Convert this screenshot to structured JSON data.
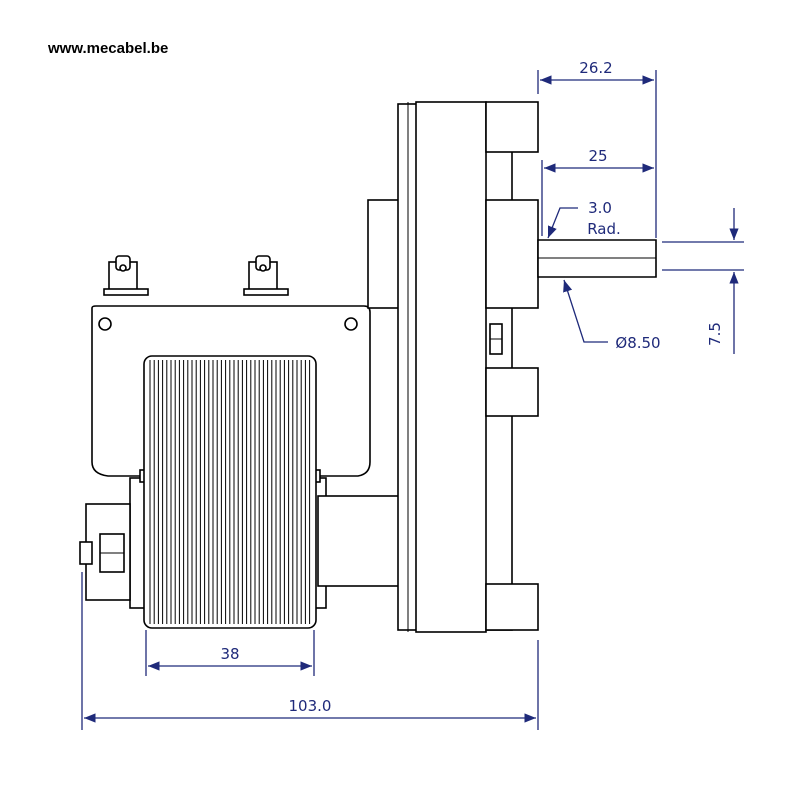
{
  "header": {
    "url_text": "www.mecabel.be"
  },
  "dimensions": {
    "shaft_offset": "26.2",
    "shaft_length": "25",
    "radius_value": "3.0",
    "radius_label": "Rad.",
    "diameter": "Ø8.50",
    "flat": "7.5",
    "coil_width": "38",
    "overall_length": "103.0"
  },
  "colors": {
    "outline": "#000000",
    "dimension": "#1f2a7a",
    "background": "#ffffff"
  }
}
